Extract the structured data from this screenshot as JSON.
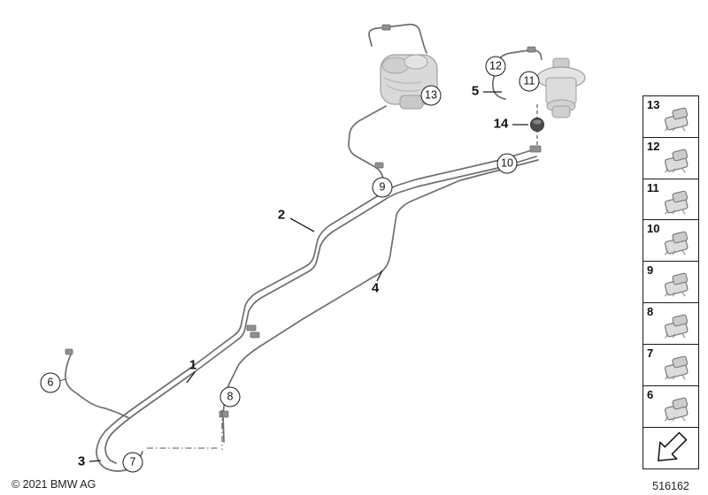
{
  "page": {
    "copyright": "© 2021 BMW AG",
    "part_number": "516162"
  },
  "colors": {
    "line": "#6e6e6e",
    "leader": "#1a1a1a",
    "component_fill": "#d9d9d9",
    "component_stroke": "#9e9e9e"
  },
  "callouts": {
    "c1": {
      "label": "1"
    },
    "c2": {
      "label": "2"
    },
    "c3": {
      "label": "3"
    },
    "c4": {
      "label": "4"
    },
    "c5": {
      "label": "5"
    },
    "c6": {
      "label": "6"
    },
    "c7": {
      "label": "7"
    },
    "c8": {
      "label": "8"
    },
    "c9": {
      "label": "9"
    },
    "c10": {
      "label": "10"
    },
    "c11": {
      "label": "11"
    },
    "c12": {
      "label": "12"
    },
    "c13": {
      "label": "13"
    },
    "c14": {
      "label": "14"
    }
  },
  "legend": {
    "items": [
      {
        "label": "13"
      },
      {
        "label": "12"
      },
      {
        "label": "11"
      },
      {
        "label": "10"
      },
      {
        "label": "9"
      },
      {
        "label": "8"
      },
      {
        "label": "7"
      },
      {
        "label": "6"
      }
    ]
  }
}
